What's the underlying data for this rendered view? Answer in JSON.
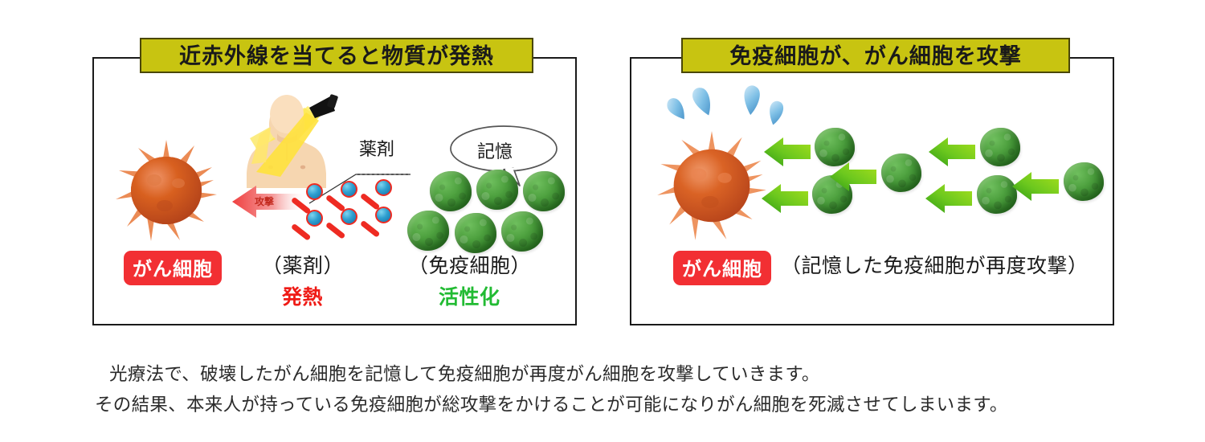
{
  "panels": [
    {
      "id": "near-infrared-heating",
      "title": "近赤外線を当てると物質が発熱",
      "annotations": {
        "drug_lead_label": "薬剤",
        "memory_bubble": "記憶",
        "attack_arrow": "攻撃"
      },
      "labels": [
        {
          "name": "cancer-cell",
          "text": "がん細胞",
          "style": "red-badge"
        },
        {
          "name": "drug-group",
          "text": "（薬剤）",
          "sub": "発熱",
          "sub_color": "#ef1b16"
        },
        {
          "name": "immune-group",
          "text": "（免疫細胞）",
          "sub": "活性化",
          "sub_color": "#22bb33"
        }
      ]
    },
    {
      "id": "immune-cells-attack",
      "title": "免疫細胞が、がん細胞を攻撃",
      "labels": [
        {
          "name": "cancer-cell",
          "text": "がん細胞",
          "style": "red-badge"
        },
        {
          "name": "caption",
          "text": "（記憶した免疫細胞が再度攻撃）"
        }
      ]
    }
  ],
  "footer": {
    "line1": "光療法で、破壊したがん細胞を記憶して免疫細胞が再度がん細胞を攻撃していきます。",
    "line2": "その結果、本来人が持っている免疫細胞が総攻撃をかけることが可能になりがん細胞を死滅させてしまいます。"
  },
  "colors": {
    "banner": "#c8c411",
    "badge_red": "#f22f33",
    "heat_red": "#ef1b16",
    "activate_green": "#22bb33",
    "cancer_orange": "#d4551f",
    "immune_green": "#3f8f33",
    "arrow_green": "#5ec723",
    "drug_blue": "#2f9fd0",
    "panel_border": "#1a1a1a"
  }
}
